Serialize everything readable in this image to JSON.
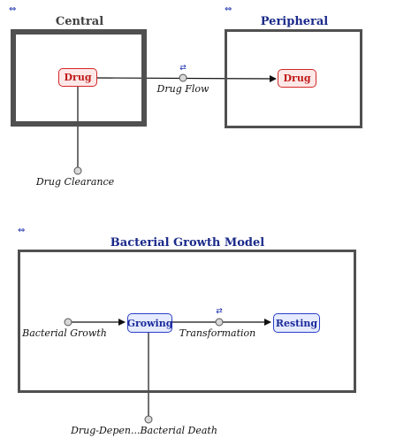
{
  "colors": {
    "frame": "#505050",
    "title_dark": "#404040",
    "title_blue": "#1a2a8a",
    "stock_red": "#c01818",
    "stock_blue": "#1a2a9a",
    "link": "#1a2fb0",
    "line": "#111111",
    "node_fill": "#d8d8d8"
  },
  "icons": {
    "link_icon": "⇔",
    "valve_icon": "⇄"
  },
  "central": {
    "title": "Central",
    "stock_label": "Drug"
  },
  "peripheral": {
    "title": "Peripheral",
    "stock_label": "Drug"
  },
  "pk_flows": {
    "drug_flow_label": "Drug Flow",
    "drug_clearance_label": "Drug Clearance"
  },
  "bacterial": {
    "title": "Bacterial Growth Model",
    "growing_label": "Growing",
    "resting_label": "Resting",
    "bacterial_growth_label": "Bacterial Growth",
    "transformation_label": "Transformation",
    "death_label": "Drug-Depen...Bacterial Death"
  }
}
